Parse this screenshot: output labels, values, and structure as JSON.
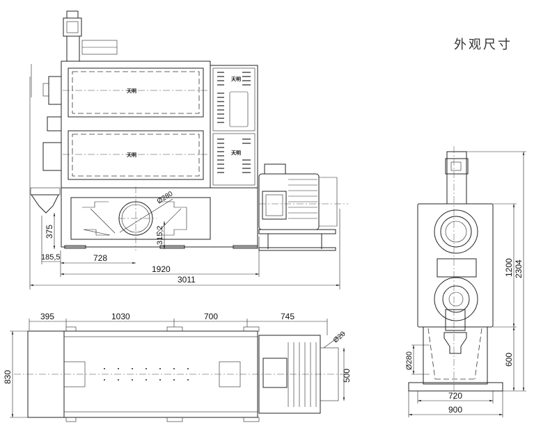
{
  "title": "外观尺寸",
  "side_view": {
    "brand_marks": [
      "天明",
      "天明",
      "天明",
      "天明"
    ],
    "dimensions": {
      "overall_length": "3011",
      "base_length": "1920",
      "center_offset": "728",
      "left_offset": "185,5",
      "inlet_height": "375",
      "outlet_height": "315,2",
      "outlet_diameter": "Ø280"
    }
  },
  "top_view": {
    "dimensions": {
      "seg1": "395",
      "seg2": "1030",
      "seg3": "700",
      "seg4": "745",
      "width": "830",
      "motor_width": "500",
      "bolt_hole": "Ø20"
    }
  },
  "front_view": {
    "dimensions": {
      "body_height": "1200",
      "total_height": "2304",
      "base_height": "600",
      "inner_width": "720",
      "outer_width": "900",
      "outlet_diameter": "Ø280"
    }
  }
}
